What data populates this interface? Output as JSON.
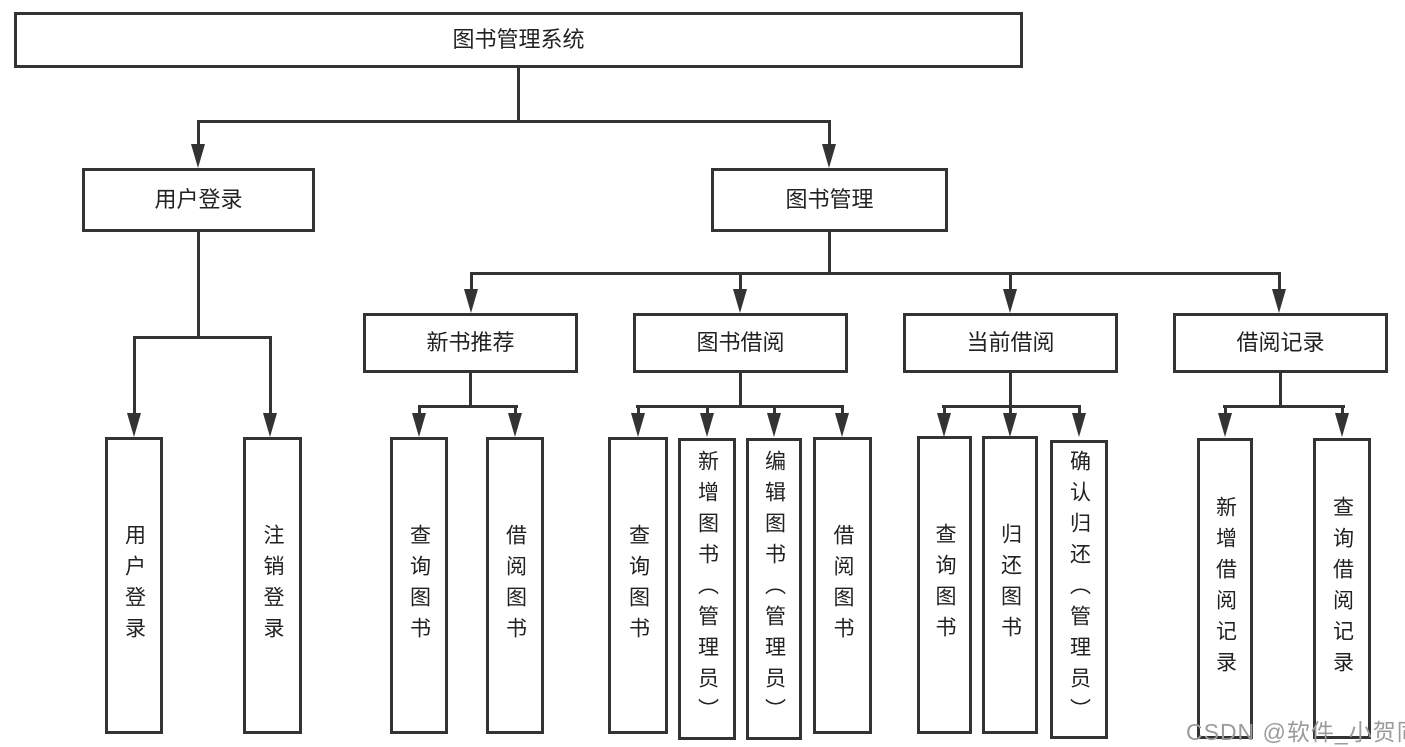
{
  "diagram": {
    "root": {
      "label": "图书管理系统"
    },
    "branches": [
      {
        "label": "用户登录",
        "children": [
          {
            "label": "用户登录"
          },
          {
            "label": "注销登录"
          }
        ]
      },
      {
        "label": "图书管理",
        "children": [
          {
            "label": "新书推荐",
            "children": [
              {
                "label": "查询图书"
              },
              {
                "label": "借阅图书"
              }
            ]
          },
          {
            "label": "图书借阅",
            "children": [
              {
                "label": "查询图书"
              },
              {
                "label": "新增图书（管理员）"
              },
              {
                "label": "编辑图书（管理员）"
              },
              {
                "label": "借阅图书"
              }
            ]
          },
          {
            "label": "当前借阅",
            "children": [
              {
                "label": "查询图书"
              },
              {
                "label": "归还图书"
              },
              {
                "label": "确认归还（管理员）"
              }
            ]
          },
          {
            "label": "借阅记录",
            "children": [
              {
                "label": "新增借阅记录"
              },
              {
                "label": "查询借阅记录"
              }
            ]
          }
        ]
      }
    ]
  },
  "watermark": {
    "text": "CSDN @软件_小贺同学"
  },
  "colors": {
    "line": "#333333",
    "box_fill": "#ffffff",
    "text": "#222222",
    "watermark": "#9b9b9b",
    "background": "#ffffff"
  }
}
